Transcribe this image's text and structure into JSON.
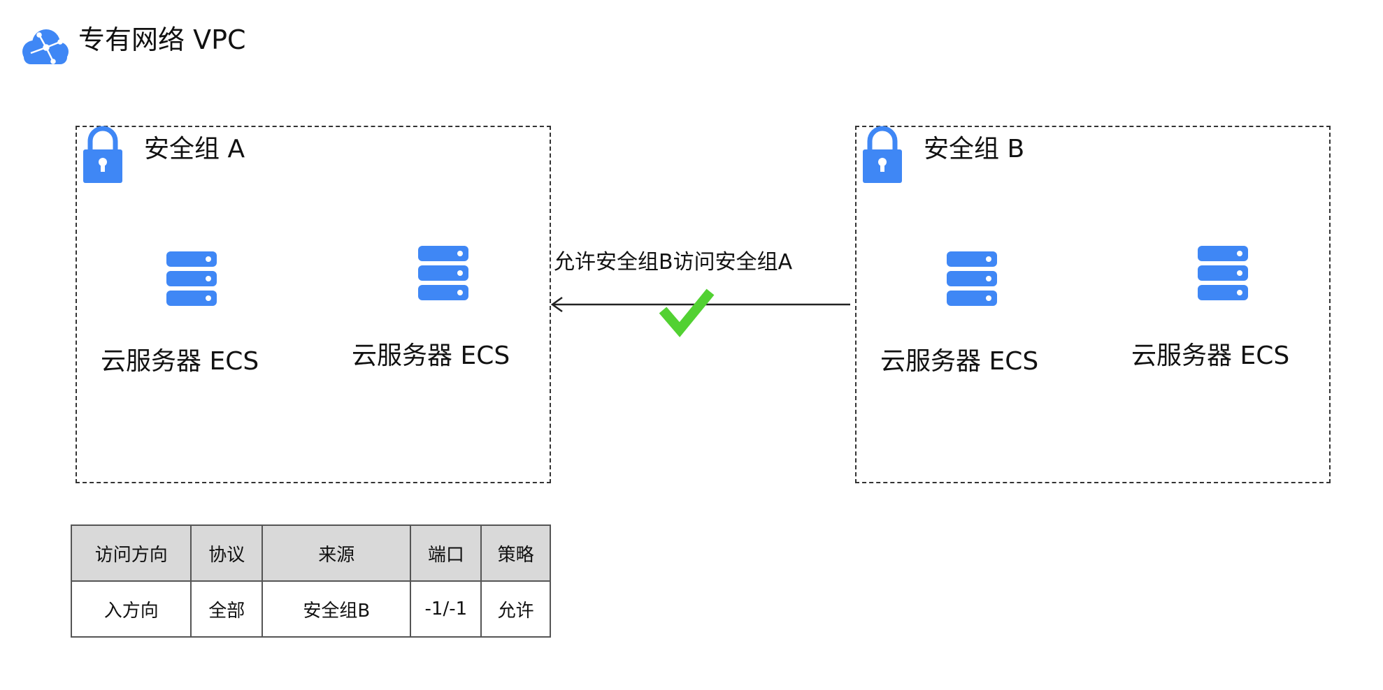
{
  "header": {
    "title": "专有网络 VPC",
    "icon": "cloud-network-icon"
  },
  "colors": {
    "accent_blue": "#3f87f5",
    "check_green": "#52d132",
    "line": "#333333",
    "table_header_bg": "#d9d9d9"
  },
  "groups": [
    {
      "name": "安全组 A",
      "icon": "lock-icon",
      "servers": [
        {
          "label": "云服务器 ECS",
          "icon": "server-icon"
        },
        {
          "label": "云服务器 ECS",
          "icon": "server-icon"
        }
      ]
    },
    {
      "name": "安全组 B",
      "icon": "lock-icon",
      "servers": [
        {
          "label": "云服务器 ECS",
          "icon": "server-icon"
        },
        {
          "label": "云服务器 ECS",
          "icon": "server-icon"
        }
      ]
    }
  ],
  "connection": {
    "label": "允许安全组B访问安全组A",
    "status_icon": "check-icon"
  },
  "rules_table": {
    "headers": [
      "访问方向",
      "协议",
      "来源",
      "端口",
      "策略"
    ],
    "rows": [
      [
        "入方向",
        "全部",
        "安全组B",
        "-1/-1",
        "允许"
      ]
    ]
  }
}
